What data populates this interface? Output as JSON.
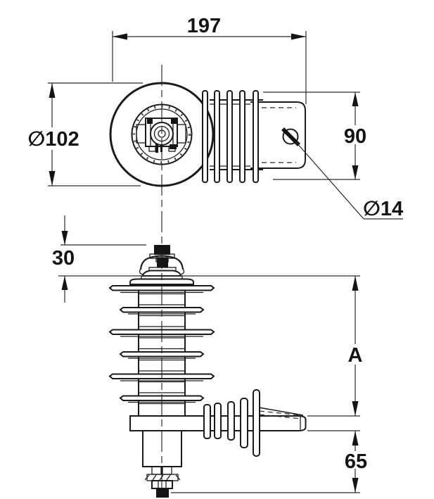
{
  "drawing": {
    "background_color": "#ffffff",
    "line_color": "#1b1b1b",
    "text_color": "#141414"
  },
  "top_view": {
    "dim_width": {
      "label": "197"
    },
    "dim_body_diameter": {
      "label": "∅102"
    },
    "dim_bracket_height": {
      "label": "90"
    },
    "dim_hole_diameter": {
      "label": "∅14"
    }
  },
  "side_view": {
    "dim_top_terminal": {
      "label": "30"
    },
    "dim_overall_height": {
      "label": "A"
    },
    "dim_bottom_stem": {
      "label": "65"
    }
  }
}
